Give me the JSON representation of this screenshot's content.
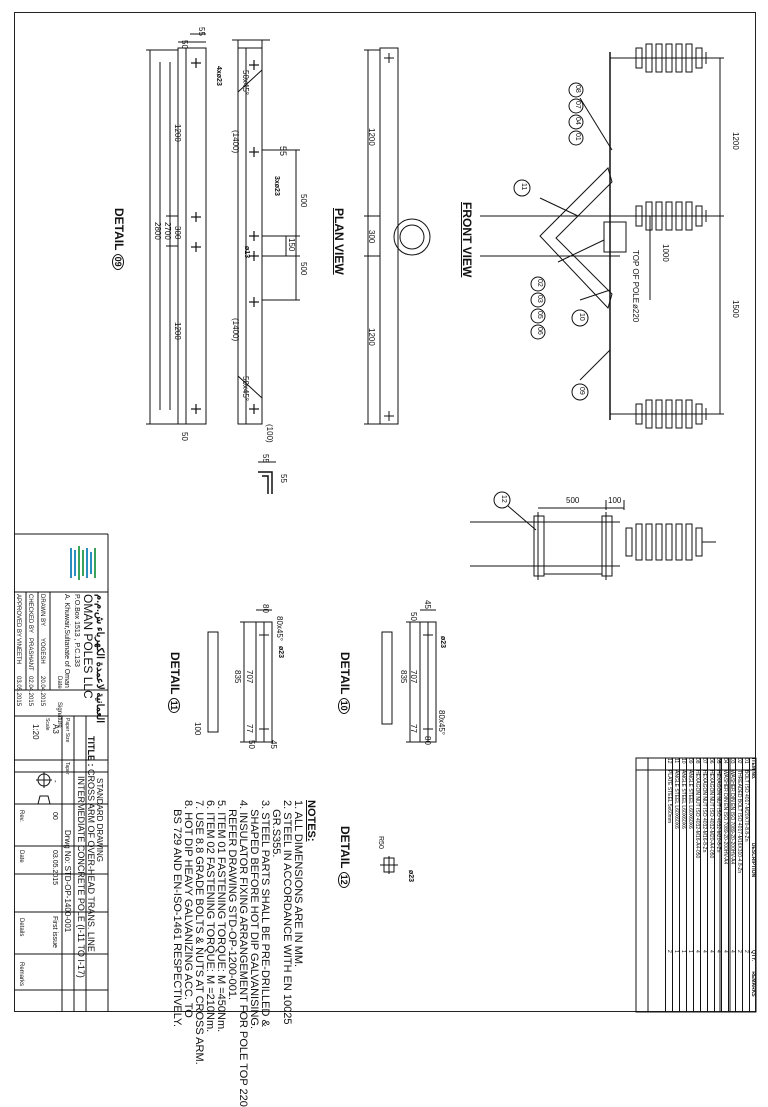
{
  "title_block": {
    "company_arabic": "العمانية لاعمدة الكهرباء ش.م.م",
    "company": "OMAN POLES LLC",
    "po_box": "P.O.Box 1513 , P.C.133",
    "address": "A. Khuwair,Sultanate of Oman",
    "col_date": "Date",
    "col_signature": "Signature",
    "drawn_by_label": "DRAWN BY",
    "drawn_by": "YOGESH",
    "drawn_date": "20.04.2015",
    "checked_by_label": "CHECKED BY",
    "checked_by": "PRASHANT",
    "checked_date": "02.04.2015",
    "approved_by_label": "APPROVED BY",
    "approved_by": "VINEETH",
    "approved_date": "03.05.2015",
    "standard": "STANDARD DRAWING",
    "title_label": "TITLE :",
    "title_line1": "CROSS ARM OF OVER-HEAD TRANS. LINE",
    "title_line2": "INTERMEDIATE CONCRETE POLE (I-11 TO I-17)",
    "drwg_no": "Drwg No: STD-OP-1400-001",
    "paper_size_label": "Paper Size",
    "paper_size": "A3",
    "scale_label": "Scale",
    "scale": "1:20",
    "taper_label": "Taper",
    "taper": "-",
    "rev_label": "Rev.",
    "rev": "00",
    "issue_date": "03.05.2015",
    "date_label": "Date",
    "first_issue": "First issue",
    "details_label": "Details",
    "remarks_label": "Remarks"
  },
  "notes": {
    "heading": "NOTES:",
    "items": [
      "1. ALL DIMENSIONS ARE IN MM.",
      "2. STEEL IN ACCORDANCE WITH EN 10025",
      "   GR.S355.",
      "3. STEEL PARTS SHALL BE PRE-DRILLED &",
      "   SHAPED BEFORE HOT DIP GALVANISING.",
      "4. INSULATOR FIXING ARRANGEMENT FOR POLE TOP 220",
      "   REFER DRAWING STD-OP-1200-001.",
      "5. ITEM 01 FASTENING TORQUE: M =450Nm.",
      "6. ITEM 02 FASTENING TORQUE: M =210Nm.",
      "7. USE 8.8 GRADE BOLTS & NUTS AT CROSS ARM.",
      "8. HOT DIP HEAVY GALVANIZING ACC. TO",
      "   BS 729 AND EN-ISO-1461 RESPECTIVELY."
    ]
  },
  "bom": {
    "headers": [
      "ITEM No.",
      "DESCRIPTION",
      "QTY.",
      "REMARKS"
    ],
    "rows": [
      [
        "01",
        "BOLT ISO 4017-M20X70-8.8-Zn",
        "2",
        ""
      ],
      [
        "02",
        "THREADED BOLT ISO 4017-M16X310-4.8-Zn",
        "2",
        ""
      ],
      [
        "03",
        "WASHER DIN EN ISO 7089-20-200HV-A4",
        "4",
        ""
      ],
      [
        "04",
        "WASHER DIN EN ISO 7089-20-200HV-A4",
        "4",
        ""
      ],
      [
        "05",
        "HEXAGON NUT ISO 4032-M20-8-Zn",
        "4",
        ""
      ],
      [
        "06",
        "HEXAGON NUT ISO 4032-M20-A4-050",
        "4",
        ""
      ],
      [
        "07",
        "HEXAGON NUT ISO 4032-M16-8-Zn",
        "4",
        ""
      ],
      [
        "08",
        "HEXAGON NUT ISO 4032-M16-A4-050",
        "4",
        ""
      ],
      [
        "09",
        "ANGLE STEEL L60X60X6",
        "1",
        ""
      ],
      [
        "10",
        "ANGLE STEEL L60X60X6",
        "1",
        ""
      ],
      [
        "11",
        "ANGLE STEEL L60X60X6",
        "1",
        ""
      ],
      [
        "12",
        "PLATE STEEL 5x60mm",
        "2",
        ""
      ]
    ]
  },
  "detail09": {
    "label": "DETAIL",
    "num": "09",
    "dim_55": "55",
    "dim_50": "50",
    "dim_4x23": "4xø23",
    "dim_50x45": "50x45°",
    "dim_1400a": "(1400)",
    "dim_55b": "55",
    "dim_3x23": "3xø23",
    "dim_500a": "500",
    "dim_1200a": "1200",
    "dim_300": "300",
    "dim_2700": "2700",
    "dim_2800": "2800",
    "dim_150": "150",
    "dim_13": "ø13",
    "dim_500b": "500",
    "dim_1400b": "(1400)",
    "dim_1200b": "1200",
    "dim_50x45b": "50x45°",
    "dim_50b": "50",
    "dim_100": "(100)",
    "sec_55": "55",
    "sec_55b": "55"
  },
  "plan_view": {
    "label": "PLAN VIEW",
    "dim_1200a": "1200",
    "dim_300": "300",
    "dim_1200b": "1200"
  },
  "front_view": {
    "label": "FRONT VIEW",
    "top_of_pole": "TOP OF POLE",
    "pole_dia": "ø220",
    "dim_1200": "1200",
    "dim_1000": "1000",
    "dim_1500": "1500",
    "callouts_top": [
      "08",
      "07",
      "04",
      "01"
    ],
    "callout_11": "11",
    "callouts_mid": [
      "02",
      "03",
      "05",
      "06"
    ],
    "callout_10": "10",
    "callout_09": "09"
  },
  "side_view": {
    "callout_12": "12",
    "dim_500": "500",
    "dim_100": "100"
  },
  "detail10": {
    "label": "DETAIL",
    "num": "10",
    "dim_45": "45",
    "dim_50": "50",
    "dim_23": "ø23",
    "dim_707": "707",
    "dim_835": "835",
    "dim_80x45": "80x45°",
    "dim_80": "80",
    "dim_77": "77"
  },
  "detail11": {
    "label": "DETAIL",
    "num": "11",
    "dim_80": "80",
    "dim_80x45": "80x45°",
    "dim_23": "ø23",
    "dim_707": "707",
    "dim_835": "835",
    "dim_77": "77",
    "dim_50": "50",
    "dim_45": "45",
    "dim_100": "100"
  },
  "detail12": {
    "label": "DETAIL",
    "num": "12",
    "dim_r50": "R50",
    "dim_23": "ø23"
  }
}
